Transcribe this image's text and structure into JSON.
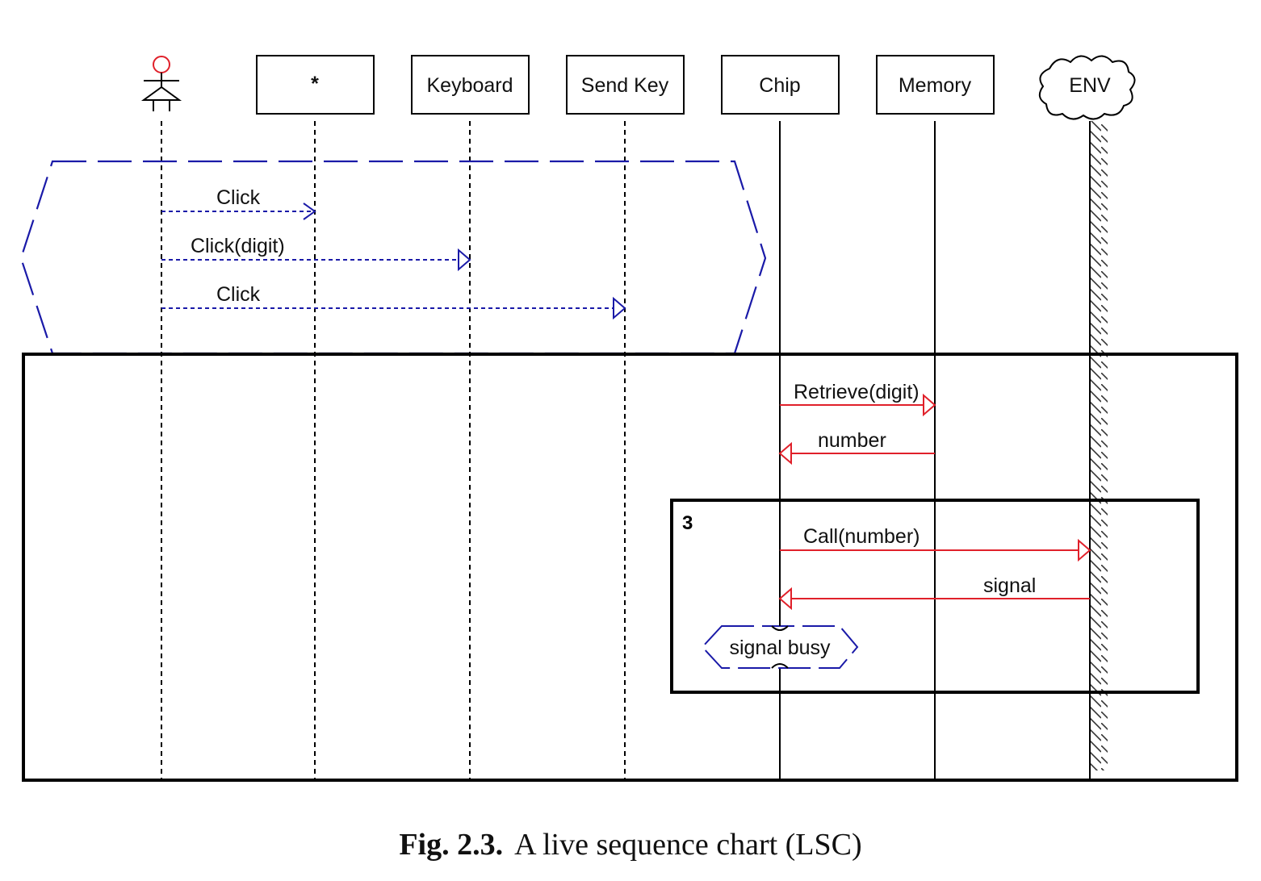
{
  "objects": [
    {
      "id": "user",
      "label": "",
      "kind": "actor"
    },
    {
      "id": "star",
      "label": "*",
      "kind": "box"
    },
    {
      "id": "keyboard",
      "label": "Keyboard",
      "kind": "box"
    },
    {
      "id": "sendkey",
      "label": "Send Key",
      "kind": "box"
    },
    {
      "id": "chip",
      "label": "Chip",
      "kind": "box"
    },
    {
      "id": "memory",
      "label": "Memory",
      "kind": "box"
    },
    {
      "id": "env",
      "label": "ENV",
      "kind": "cloud"
    }
  ],
  "prechart_messages": [
    {
      "label": "Click",
      "from": "user",
      "to": "star"
    },
    {
      "label": "Click(digit)",
      "from": "user",
      "to": "keyboard"
    },
    {
      "label": "Click",
      "from": "user",
      "to": "sendkey"
    }
  ],
  "main_messages": [
    {
      "label": "Retrieve(digit)",
      "from": "chip",
      "to": "memory"
    },
    {
      "label": "number",
      "from": "memory",
      "to": "chip"
    }
  ],
  "loop": {
    "count": "3",
    "messages": [
      {
        "label": "Call(number)",
        "from": "chip",
        "to": "env"
      },
      {
        "label": "signal",
        "from": "env",
        "to": "chip"
      }
    ],
    "condition": "signal busy"
  },
  "caption": {
    "fig": "Fig. 2.3.",
    "text": "A live sequence chart (LSC)"
  },
  "colors": {
    "prechart": "#1a1aa8",
    "main_message": "#e0202a",
    "actor": "#e0202a",
    "frame": "#000000"
  }
}
